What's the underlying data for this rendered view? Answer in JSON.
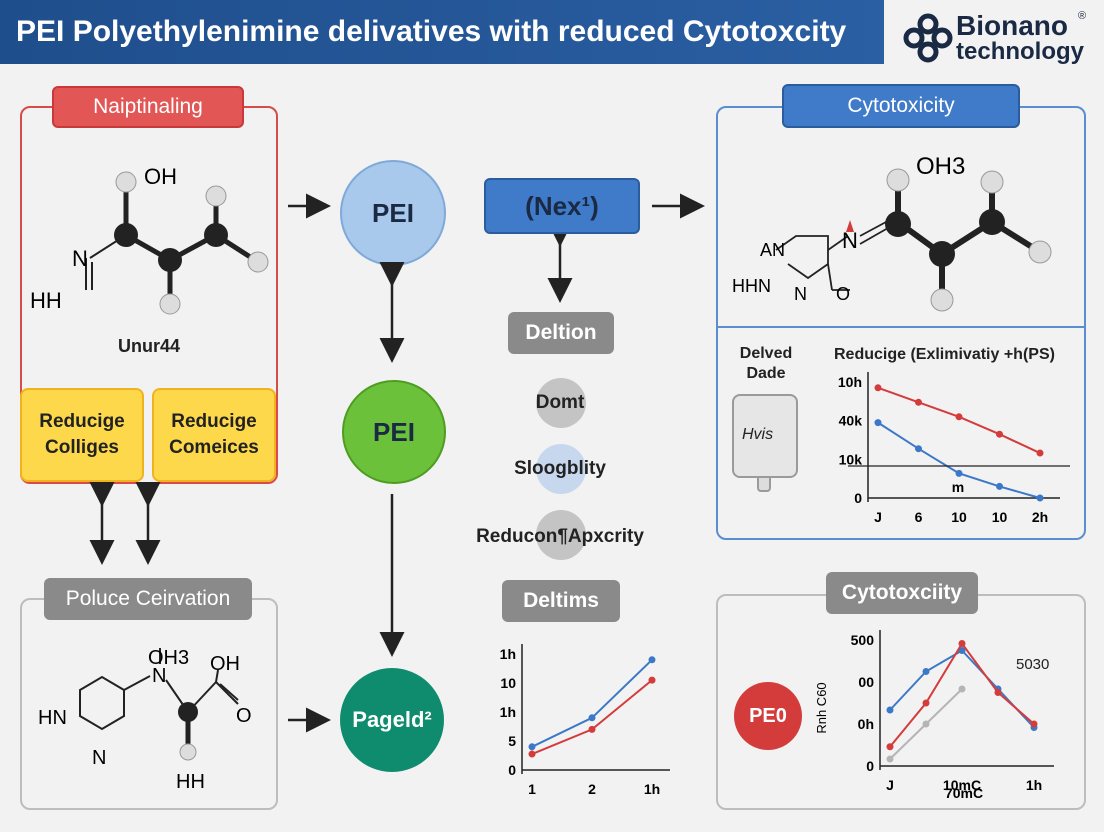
{
  "header": {
    "title": "PEI Polyethylenimine delivatives with reduced Cytotoxcity"
  },
  "logo": {
    "line1": "Bionano",
    "line2": "technology",
    "reg": "®"
  },
  "left_panel": {
    "label": "Naiptinaling",
    "molecule": {
      "oh": "OH",
      "n": "N",
      "hh": "HH"
    },
    "caption": "Unur44",
    "box_a": [
      "Reducige",
      "Colliges"
    ],
    "box_b": [
      "Reducige",
      "Comeices"
    ]
  },
  "center": {
    "pei1": "PEI",
    "pei2": "PEI",
    "pageld": "Pageld²",
    "next": "(Nex¹)",
    "deltion": "Deltion",
    "domt": "Domt",
    "sloogblity": "Sloogblity",
    "reducon": "Reducon¶Apxcrity",
    "deltims": "Deltims"
  },
  "bottom_left": {
    "label": "Poluce Ceirvation",
    "molecule": {
      "oh3": "OH3",
      "oh": "OH",
      "o": "O",
      "n": "N",
      "hn": "HN",
      "n2": "N",
      "hh": "HH"
    }
  },
  "cyto_top": {
    "label": "Cytotoxicity",
    "molecule": {
      "oh3": "OH3",
      "an": "AN",
      "hhn": "HHN",
      "n1": "N",
      "n2": "N",
      "o": "O"
    },
    "vial_label": "Delved Dade",
    "vial_text": "Hvis",
    "chart_title": "Reducige (Exlimivatiy +h(PS)"
  },
  "cyto_bottom": {
    "label": "Cytotoxciity",
    "badge": "PE0",
    "annotation": "5030"
  },
  "chart_data": [
    {
      "type": "line",
      "title": "Reducige (Exlimivatiy +h(PS)",
      "xlabel": "m",
      "ylabel": "",
      "categories": [
        "J",
        "6",
        "10",
        "10",
        "2h"
      ],
      "ytick_labels": [
        "0",
        "10k",
        "40k",
        "10h"
      ],
      "series": [
        {
          "color": "#d43c3c",
          "values": [
            3.8,
            3.3,
            2.8,
            2.2,
            1.55
          ]
        },
        {
          "color": "#3c78c8",
          "values": [
            2.6,
            1.7,
            0.85,
            0.4,
            0.0
          ]
        }
      ],
      "ylim": [
        0,
        4
      ]
    },
    {
      "type": "line",
      "title": "",
      "xlabel": "",
      "ylabel": "",
      "categories": [
        "1",
        "2",
        "1h"
      ],
      "ytick_labels": [
        "0",
        "5",
        "1h",
        "10",
        "1h"
      ],
      "series": [
        {
          "color": "#d43c3c",
          "values": [
            0.55,
            1.4,
            3.1
          ]
        },
        {
          "color": "#3c78c8",
          "values": [
            0.8,
            1.8,
            3.8
          ]
        }
      ],
      "ylim": [
        0,
        4
      ]
    },
    {
      "type": "line",
      "title": "",
      "xlabel": "70mC",
      "ylabel": "Rnh C60",
      "categories": [
        "J",
        "",
        "10mC",
        "",
        "1h"
      ],
      "ytick_labels": [
        "0",
        "0h",
        "00",
        "500"
      ],
      "series": [
        {
          "color": "#3c78c8",
          "values": [
            1.6,
            2.7,
            3.3,
            2.2,
            1.1
          ]
        },
        {
          "color": "#d43c3c",
          "values": [
            0.55,
            1.8,
            3.5,
            2.1,
            1.2
          ]
        },
        {
          "color": "#b5b5b5",
          "values": [
            0.2,
            1.2,
            2.2,
            null,
            null
          ]
        }
      ],
      "ylim": [
        0,
        3.6
      ]
    }
  ],
  "colors": {
    "header": "#1f4e8c",
    "red": "#d43c3c",
    "blue_pill": "#3f7bc9",
    "green": "#6cc13a",
    "teal": "#0f8c6e",
    "pei_blue": "#a8c8ec",
    "yellow": "#fcd84a",
    "grey": "#8a8a8a"
  }
}
